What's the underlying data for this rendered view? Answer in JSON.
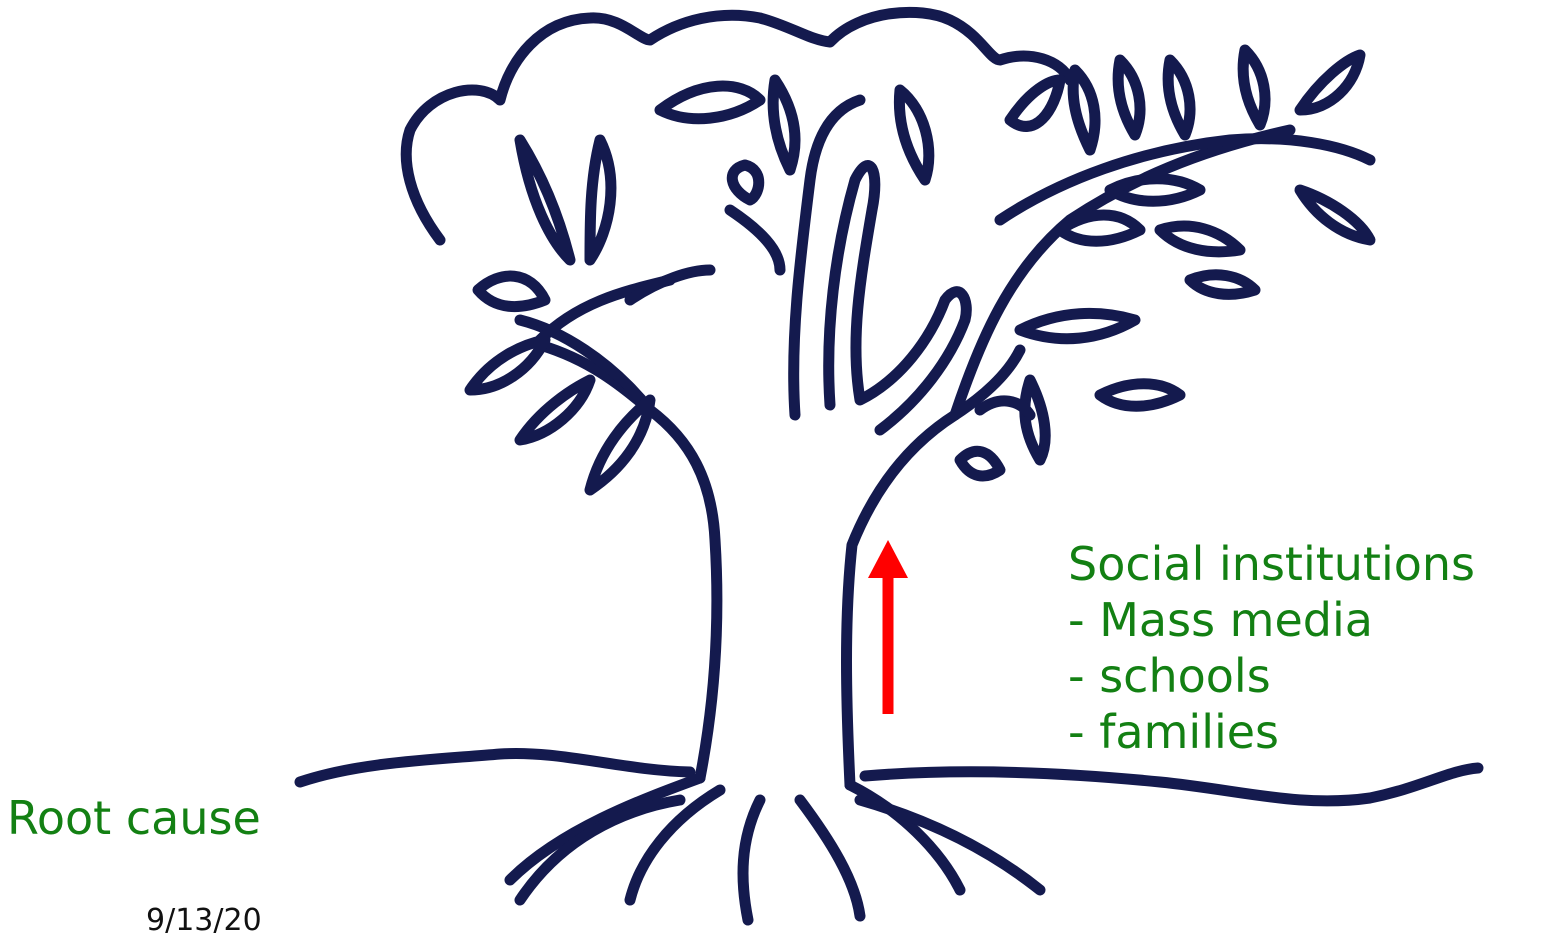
{
  "labels": {
    "root_cause": "Root cause",
    "social_institutions": "Social institutions",
    "items": [
      "- Mass media",
      "- schools",
      "- families"
    ]
  },
  "date_text": "9/13/20",
  "colors": {
    "tree_stroke": "#141a4e",
    "label_text": "#138013",
    "arrow": "#ff0000"
  },
  "icons": {
    "tree": "tree-drawing",
    "arrow": "up-arrow"
  }
}
